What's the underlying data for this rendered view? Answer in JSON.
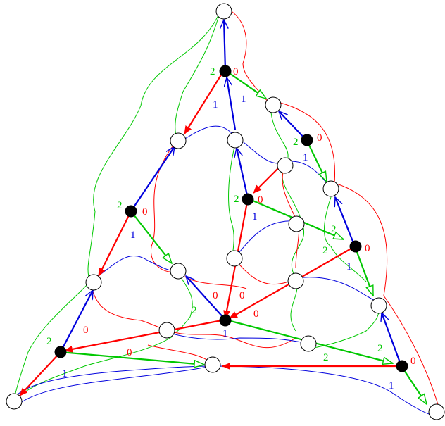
{
  "colors": {
    "red": "#ff0000",
    "green": "#00c800",
    "blue": "#0000dd",
    "ink": "#000000"
  },
  "labels": {
    "top_green": "2",
    "top_red": "0",
    "top_blue_a": "1",
    "top_blue_b": "1",
    "left_upper_green": "2",
    "left_upper_red": "0",
    "left_upper_blue": "1",
    "center_upper_green": "2",
    "center_upper_red": "0",
    "center_upper_blue": "1",
    "upper_right_green": "2",
    "upper_right_red": "0",
    "upper_right_blue": "1",
    "right_mid_green": "2",
    "right_mid_red": "0",
    "right_mid_blue": "1",
    "center_green_a": "2",
    "center_green_b": "2",
    "center_red_a": "0",
    "center_red_b": "0",
    "center_red_c": "0",
    "center_blue": "1",
    "bottom_left_green": "2",
    "bottom_left_red": "0",
    "bottom_left_blue": "1",
    "bottom_left_red_b": "0",
    "bottom_right_green": "2",
    "bottom_right_red": "0",
    "bottom_right_blue": "1",
    "bottom_mid_green": "2"
  }
}
